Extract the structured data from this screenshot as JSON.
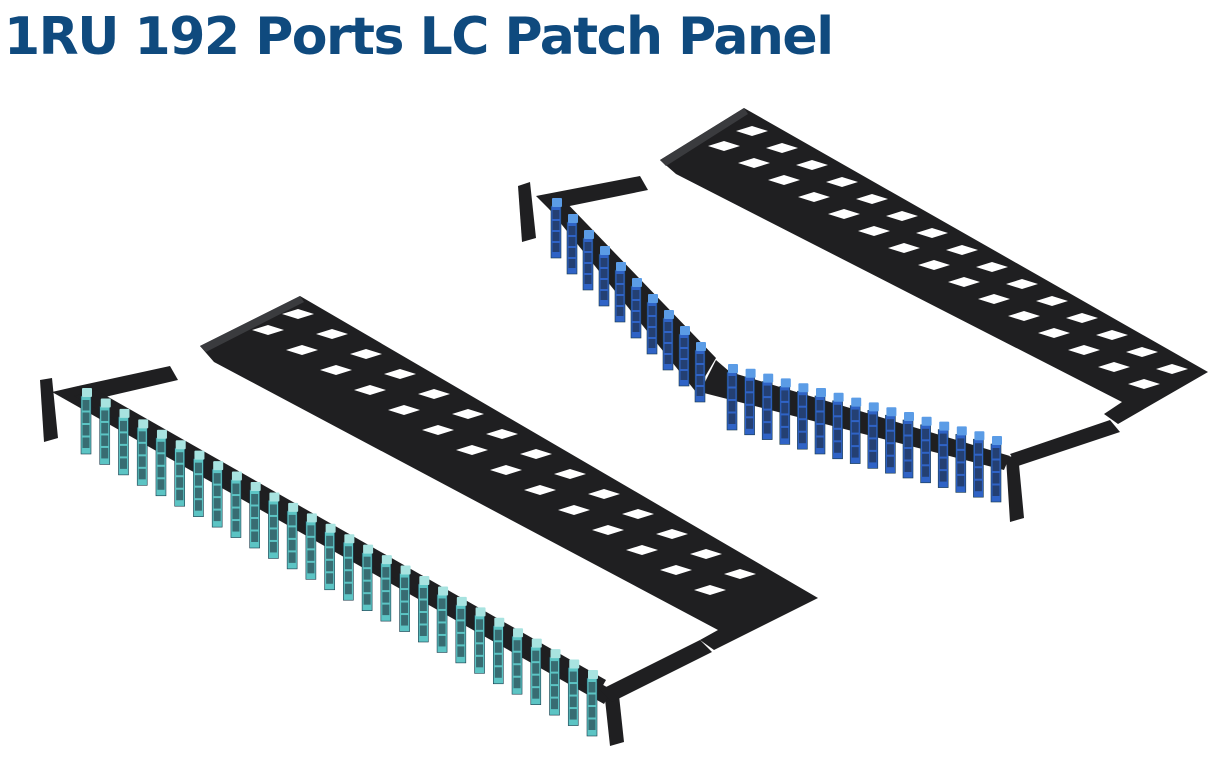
{
  "title": "1RU 192 Ports LC Patch Panel",
  "colors": {
    "title": "#0f4a7e",
    "frame": "#1f1f21",
    "frame_edge": "#3a3b3e",
    "aqua_port": "#5cc4c4",
    "aqua_latch": "#a8e3e0",
    "blue_port": "#2f63c6",
    "blue_latch": "#5b9ce6"
  },
  "products": [
    {
      "id": "flat-panel",
      "adapter_color": "aqua"
    },
    {
      "id": "angled-panel",
      "adapter_color": "blue"
    }
  ]
}
